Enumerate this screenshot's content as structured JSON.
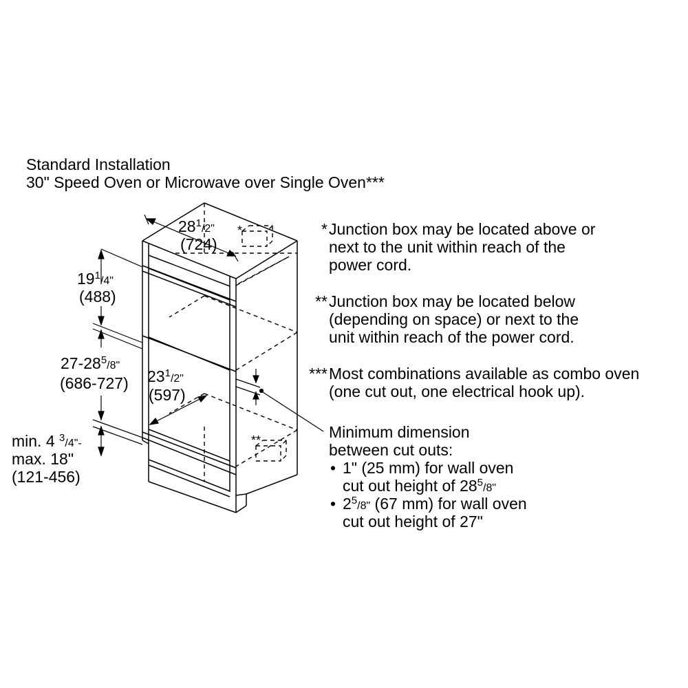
{
  "title": {
    "line1": "Standard Installation",
    "line2": "30\" Speed Oven or Microwave over Single Oven***"
  },
  "dimensions": {
    "width_top": {
      "main": "28",
      "num": "1",
      "den": "/2\"",
      "metric": "(724)"
    },
    "upper_height": {
      "main": "19",
      "num": "1",
      "den": "/4\"",
      "metric": "(488)"
    },
    "middle_height": {
      "main": "27-28",
      "num": "5",
      "den": "/8\"",
      "metric": "(686-727)"
    },
    "depth": {
      "main": "23",
      "num": "1",
      "den": "/2\"",
      "metric": "(597)"
    },
    "lower_height": {
      "line1_pre": "min. 4 ",
      "num": "3",
      "den": "/4\"-",
      "line2": "max. 18\"",
      "line3": "(121-456)"
    }
  },
  "markers": {
    "junction_top": "*",
    "junction_bottom": "**"
  },
  "notes": [
    {
      "marker": "*",
      "lines": [
        "Junction box may be located above or",
        "next to the unit within reach of the",
        "power cord."
      ]
    },
    {
      "marker": "**",
      "lines": [
        "Junction box may be located below",
        "(depending on space) or next to the",
        "unit within reach of the power cord."
      ]
    },
    {
      "marker": "***",
      "lines": [
        "Most combinations available as combo oven",
        "(one cut out, one electrical hook up)."
      ]
    }
  ],
  "minimum": {
    "line1": "Minimum dimension",
    "line2": "between cut outs:",
    "bullet": "•",
    "item1_line1": "1\" (25 mm) for wall oven",
    "item1_line2_pre": "cut out height of 28",
    "item1_num": "5",
    "item1_den": "/8\"",
    "item2_pre": "2",
    "item2_num": "5",
    "item2_den": "/8\"",
    "item2_rest": " (67 mm) for wall oven",
    "item2_line2": "cut out height of 27\""
  }
}
